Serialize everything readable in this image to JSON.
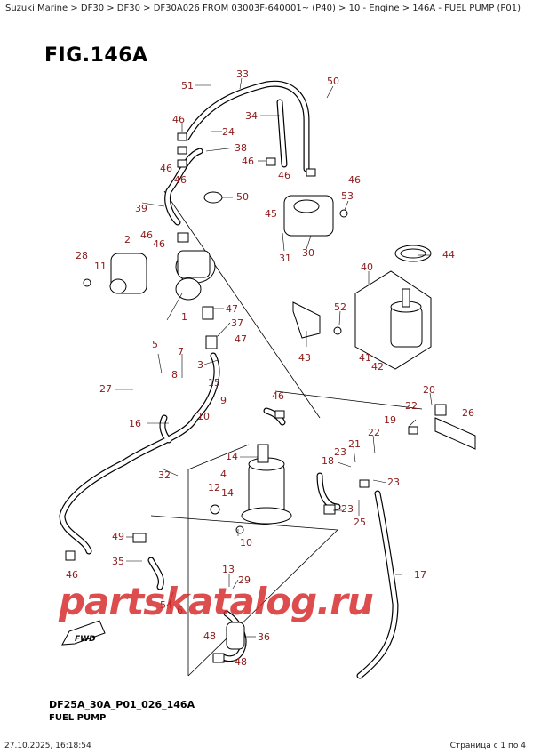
{
  "breadcrumb": "Suzuki Marine > DF30 > DF30 > DF30A026 FROM 03003F-640001~ (P40) > 10 - Engine > 146A - FUEL PUMP (P01)",
  "figure_title": "FIG.146A",
  "labels": [
    "51",
    "33",
    "50",
    "46",
    "34",
    "24",
    "38",
    "46",
    "46",
    "46",
    "46",
    "46",
    "50",
    "53",
    "45",
    "39",
    "46",
    "46",
    "2",
    "28",
    "11",
    "44",
    "31",
    "30",
    "40",
    "47",
    "1",
    "37",
    "52",
    "47",
    "5",
    "7",
    "3",
    "43",
    "8",
    "41",
    "42",
    "27",
    "15",
    "9",
    "20",
    "46",
    "16",
    "10",
    "22",
    "26",
    "19",
    "22",
    "32",
    "14",
    "23",
    "21",
    "18",
    "4",
    "23",
    "12",
    "14",
    "23",
    "25",
    "49",
    "10",
    "46",
    "35",
    "13",
    "29",
    "54",
    "6",
    "48",
    "36",
    "17",
    "48"
  ],
  "caption_code": "DF25A_30A_P01_026_146A",
  "caption_name": "FUEL PUMP",
  "footer_timestamp": "27.10.2025, 16:18:54",
  "footer_page": "Страница с 1 по 4",
  "watermark": "partskatalog.ru",
  "fwd_label": "FWD",
  "colors": {
    "label": "#8b1a1a",
    "watermark": "#d62626",
    "line": "#000000"
  }
}
